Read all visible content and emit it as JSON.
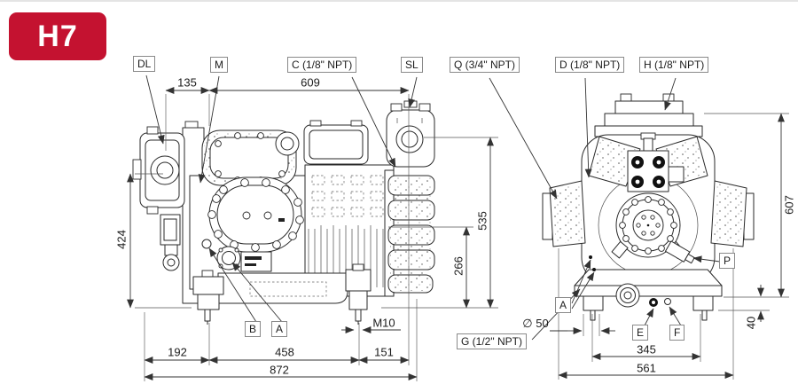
{
  "badge": {
    "text": "H7"
  },
  "colors": {
    "badge_bg": "#c41230",
    "line": "#2a2a2a",
    "dim_line": "#333333"
  },
  "port_labels": {
    "dl": "DL",
    "m": "M",
    "c": "C (1/8\" NPT)",
    "sl": "SL",
    "q": "Q (3/4\" NPT)",
    "d": "D (1/8\" NPT)",
    "h": "H (1/8\" NPT)",
    "p": "P",
    "a_front": "A",
    "e": "E",
    "f": "F",
    "g": "G (1/2\" NPT)",
    "b": "B",
    "a_side": "A"
  },
  "dimensions": {
    "top_offset": "135",
    "top_length": "609",
    "pump_height": "424",
    "suction_height": "535",
    "shaft_height": "266",
    "front_height": "607",
    "foot_height": "40",
    "foot_left": "192",
    "foot_span": "458",
    "foot_right": "151",
    "overall_length": "872",
    "front_foot_span": "345",
    "front_width": "561",
    "stud_thread": "M10",
    "hole_diameter": "∅ 50"
  }
}
